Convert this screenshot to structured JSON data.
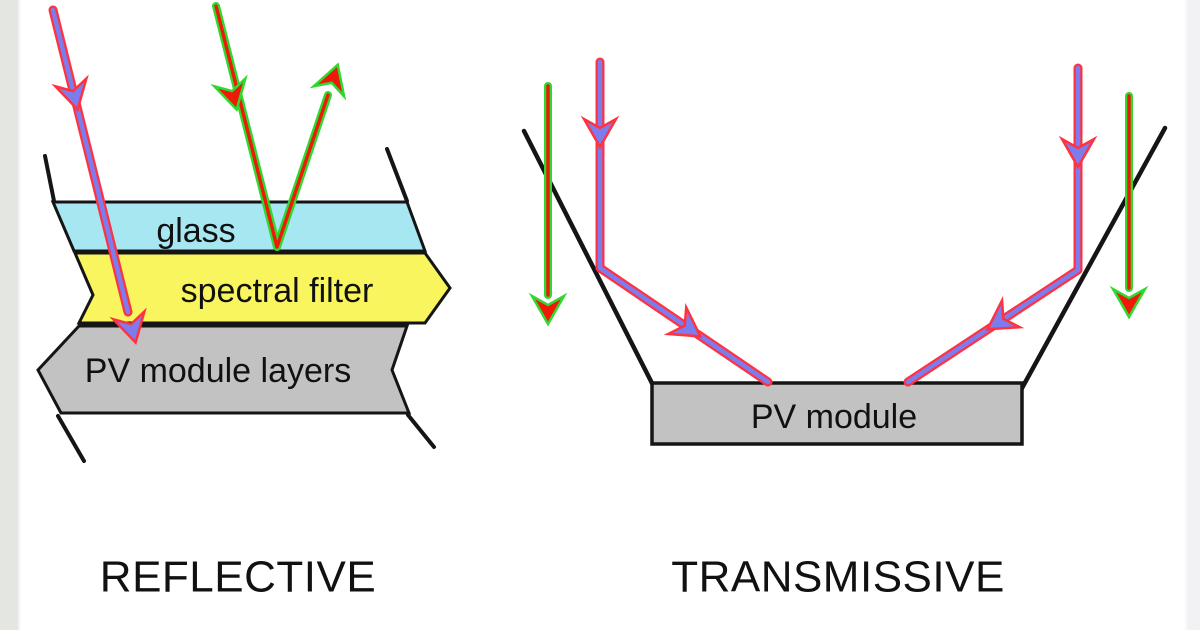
{
  "colors": {
    "page": "#ffffff",
    "shade_left": "#e3e6e1",
    "shade_right": "#f2f1f4",
    "glass": "#a6e7f2",
    "filter": "#f8f55e",
    "module": "#c2c2c2",
    "line": "#151515",
    "text": "#111111",
    "blue": "#7d7cee",
    "blue_edge": "#ff3240",
    "red": "#ee1909",
    "red_edge": "#30d930"
  },
  "reflective": {
    "title": "REFLECTIVE",
    "layers": [
      {
        "label": "glass"
      },
      {
        "label": "spectral filter"
      },
      {
        "label": "PV module layers"
      }
    ]
  },
  "transmissive": {
    "title": "TRANSMISSIVE",
    "module_label": "PV module"
  }
}
